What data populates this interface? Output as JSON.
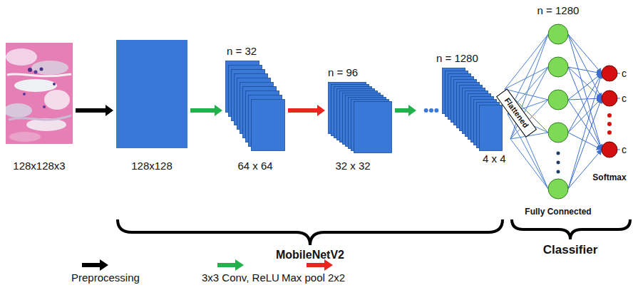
{
  "diagram": {
    "nodes": [
      {
        "text": [
          "128x128x3"
        ]
      },
      {
        "text": [
          "128x128"
        ]
      },
      {
        "text": [
          "n = 32",
          "64 x 64"
        ]
      },
      {
        "text": [
          "n = 96",
          "32 x 32"
        ]
      },
      {
        "text": [
          "n = 1280",
          "4 x 4"
        ]
      },
      {
        "text": [
          "Flattened"
        ]
      }
    ],
    "edges": [
      {
        "from": 0,
        "to": 1,
        "arrow": "to"
      },
      {
        "from": 1,
        "to": 2,
        "arrow": "to"
      },
      {
        "from": 2,
        "to": 3,
        "arrow": "to"
      },
      {
        "from": 3,
        "to": 4,
        "arrow": "to"
      }
    ],
    "labels": [
      "n = 1280",
      "c",
      "c",
      "c",
      "Softmax",
      "Fully Connected",
      "MobileNetV2",
      "Classifier"
    ],
    "legend": [
      {
        "text": "Preprocessing"
      },
      {
        "text": "3x3 Conv, ReLU"
      },
      {
        "text": "Max pool 2x2"
      }
    ]
  }
}
